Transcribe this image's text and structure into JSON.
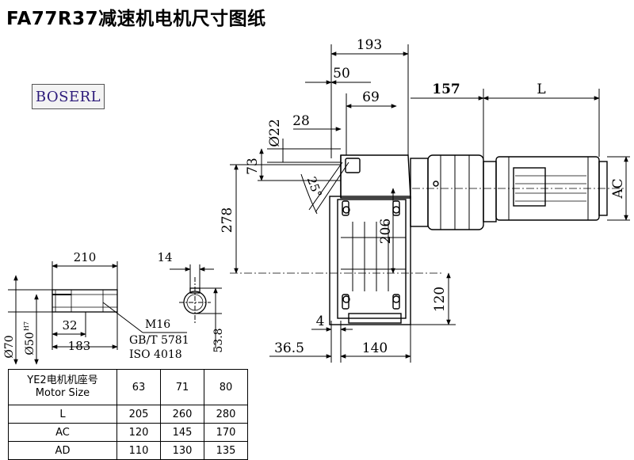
{
  "title": "FA77R37减速机电机尺寸图纸",
  "logo": "BOSERL",
  "dimensions": {
    "d193": "193",
    "d50": "50",
    "d69": "69",
    "d157": "157",
    "dL": "L",
    "d22": "Ø22",
    "d28": "28",
    "d73": "73",
    "d25": "25°",
    "d278": "278",
    "d206": "206",
    "dAC": "AC",
    "d120": "120",
    "d4": "4",
    "d36_5": "36.5",
    "d140": "140",
    "d210": "210",
    "d14": "14",
    "d32": "32",
    "d183": "183",
    "d70": "Ø70",
    "d50h7": "Ø50",
    "h7": "H7",
    "d53_8": "53.8"
  },
  "callout": {
    "line1": "M16",
    "line2": "GB/T 5781",
    "line3": "ISO 4018"
  },
  "table": {
    "header_line1": "YE2电机机座号",
    "header_line2": "Motor Size",
    "sizes": [
      "63",
      "71",
      "80"
    ],
    "rows": [
      {
        "label": "L",
        "values": [
          "205",
          "260",
          "280"
        ]
      },
      {
        "label": "AC",
        "values": [
          "120",
          "145",
          "170"
        ]
      },
      {
        "label": "AD",
        "values": [
          "110",
          "130",
          "135"
        ]
      }
    ]
  }
}
